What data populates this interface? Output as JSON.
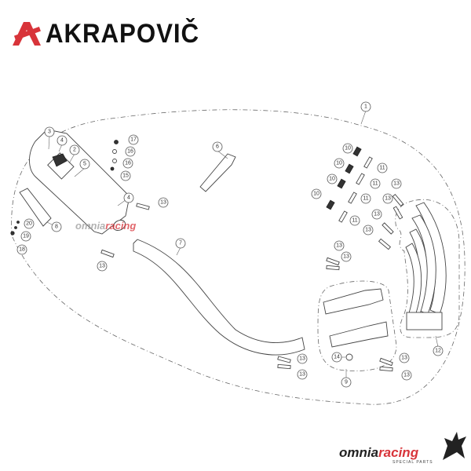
{
  "brand": {
    "name": "AKRAPOVIČ",
    "logo_color": "#d8343a"
  },
  "watermark": {
    "part1": "omnia",
    "part2": "racing"
  },
  "footer_logo": {
    "part1": "omnia",
    "part2": "racing",
    "tagline": "SPECIAL PARTS"
  },
  "callouts": {
    "c1": "1",
    "c2": "2",
    "c3": "3",
    "c4a": "4",
    "c4b": "4",
    "c5": "5",
    "c6": "6",
    "c7": "7",
    "c8": "8",
    "c9": "9",
    "c10a": "10",
    "c10b": "10",
    "c10c": "10",
    "c10d": "10",
    "c11a": "11",
    "c11b": "11",
    "c11c": "11",
    "c11d": "11",
    "c12": "12",
    "c13a": "13",
    "c13b": "13",
    "c13c": "13",
    "c13d": "13",
    "c13e": "13",
    "c13f": "13",
    "c13g": "13",
    "c13h": "13",
    "c13i": "13",
    "c13j": "13",
    "c13k": "13",
    "c13l": "13",
    "c14": "14",
    "c15": "15",
    "c16a": "16",
    "c16b": "16",
    "c17": "17",
    "c18": "18",
    "c19": "19",
    "c20": "20"
  }
}
